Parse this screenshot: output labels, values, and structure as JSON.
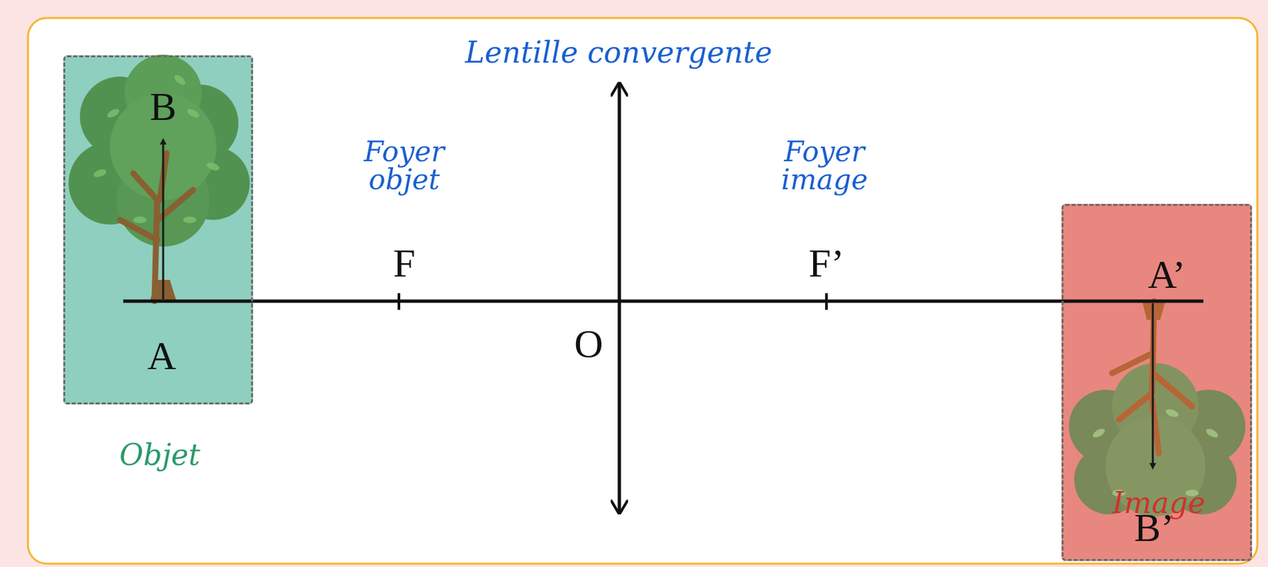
{
  "diagram": {
    "nodes": [
      {
        "text": [
          "Objet"
        ]
      },
      {
        "text": [
          "Image"
        ]
      }
    ],
    "labels": [
      "Lentille convergente",
      "B",
      "Foyer objet",
      "Foyer image",
      "F",
      "F’",
      "A’",
      "A",
      "O",
      "B’"
    ]
  }
}
